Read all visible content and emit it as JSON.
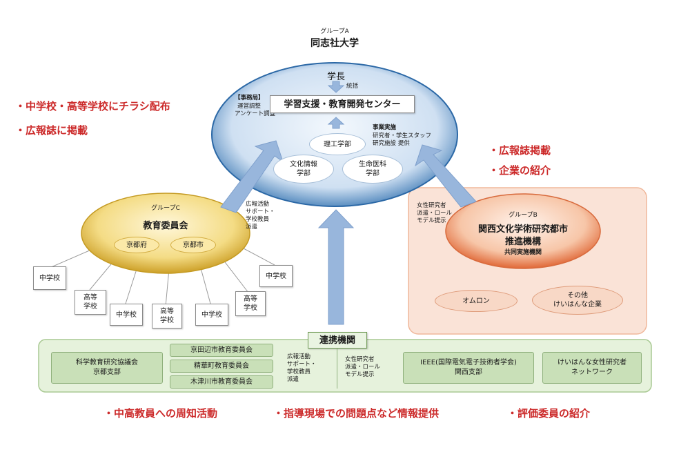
{
  "group_a": {
    "group_label": "グループA",
    "name": "同志社大学",
    "president": "学長",
    "arrow_note": "統括",
    "office_label": "【事務局】",
    "office_lines": [
      "運営調整",
      "アンケート調査"
    ],
    "center": "学習支援・教育開発センター",
    "support_label": "事業実施",
    "support_lines": [
      "研究者・学生スタッフ",
      "研究施設 提供"
    ],
    "faculty_sci": "理工学部",
    "faculty_culture": [
      "文化情報",
      "学部"
    ],
    "faculty_life": [
      "生命医科",
      "学部"
    ]
  },
  "group_c": {
    "group_label": "グループC",
    "name": "教育委員会",
    "members": [
      "京都府",
      "京都市"
    ],
    "schools": [
      "中学校",
      "高等\n学校",
      "中学校",
      "高等\n学校",
      "中学校",
      "高等\n学校",
      "中学校"
    ],
    "arrow_label": [
      "広報活動",
      "サポート・",
      "学校教員",
      "派遣"
    ]
  },
  "group_b": {
    "group_label": "グループB",
    "name": [
      "関西文化学術研究都市",
      "推進機構"
    ],
    "sub": "共同実施機関",
    "members": [
      "オムロン",
      "その他\nけいはんな企業"
    ],
    "arrow_label": [
      "女性研究者",
      "派遣・ロール",
      "モデル提示"
    ]
  },
  "partners": {
    "title": "連携機関",
    "left_box": [
      "科学教育研究協議会",
      "京都支部"
    ],
    "committees": [
      "京田辺市教育委員会",
      "精華町教育委員会",
      "木津川市教育委員会"
    ],
    "left_note": [
      "広報活動",
      "サポート・",
      "学校教員",
      "派遣"
    ],
    "right_note": [
      "女性研究者",
      "派遣・ロール",
      "モデル提示"
    ],
    "ieee": [
      "IEEE(国際電気電子技術者学会)",
      "関西支部"
    ],
    "keihanna": [
      "けいはんな女性研究者",
      "ネットワーク"
    ]
  },
  "bullets": {
    "top_left": [
      "・中学校・高等学校にチラシ配布",
      "・広報誌に掲載"
    ],
    "right": [
      "・広報誌掲載",
      "・企業の紹介"
    ],
    "bottom": [
      "・中高教員への周知活動",
      "・指導現場での問題点など情報提供",
      "・評価委員の紹介"
    ]
  },
  "colors": {
    "accent_red": "#cc2a2a",
    "blue_ellipse": "#3a7fc0",
    "yellow_ellipse": "#e2b83a",
    "orange_ellipse": "#e8784a",
    "green_panel": "#e6f2dc",
    "arrow_blue": "#98b6dc"
  }
}
